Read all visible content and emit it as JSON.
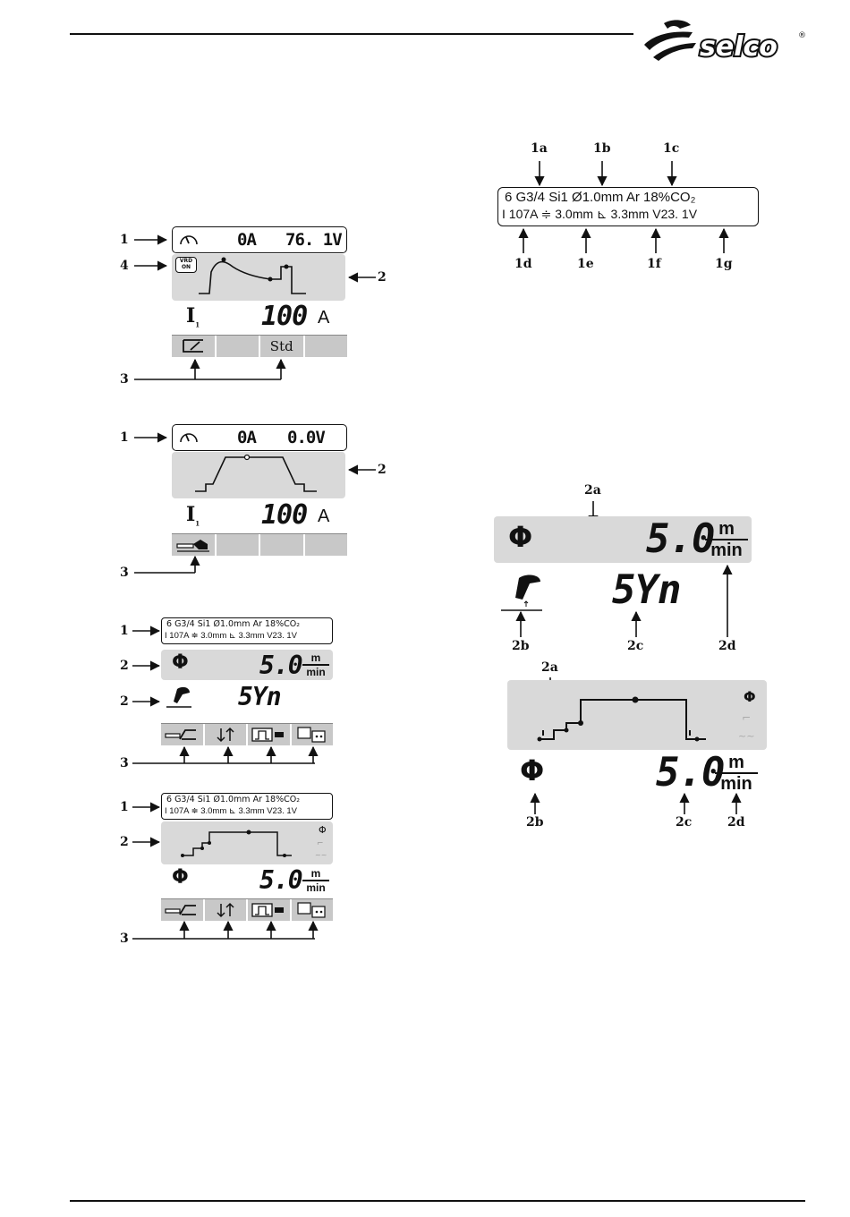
{
  "brand": {
    "logo_text": "selco",
    "registered": "®"
  },
  "figA": {
    "callouts": {
      "c1": "1",
      "c2": "2",
      "c3": "3",
      "c4": "4"
    },
    "current": "0A",
    "voltage": "76. 1V",
    "vrd_line1": "VRD",
    "vrd_line2": "ON",
    "param_symbol": "I",
    "param_sub": "1",
    "param_value": "100",
    "param_unit": "A",
    "softkey_std": "Std"
  },
  "figB": {
    "callouts": {
      "c1": "1",
      "c2": "2",
      "c3": "3"
    },
    "current": "0A",
    "voltage": "0.0V",
    "param_symbol": "I",
    "param_sub": "1",
    "param_value": "100",
    "param_unit": "A"
  },
  "info_line1": "6 G3/4 Si1  Ø1.0mm  Ar 18%CO₂",
  "info_line2": {
    "i_sym": "I",
    "i_val": "107A",
    "e_sym": "≑",
    "e_val": "3.0mm",
    "f_sym": "⊾",
    "f_val": "3.3mm",
    "v_sym": "V",
    "v_val": "23. 1V"
  },
  "figC": {
    "callouts": {
      "c1": "1",
      "c2a": "2",
      "c2b": "2",
      "c3": "3"
    },
    "speed_value": "5.0",
    "unit_num": "m",
    "unit_den": "min",
    "syn_text": "5Yn"
  },
  "figD": {
    "callouts": {
      "c1": "1",
      "c2": "2",
      "c3": "3"
    },
    "speed_value": "5.0",
    "unit_num": "m",
    "unit_den": "min"
  },
  "figE": {
    "callouts": {
      "a": "1a",
      "b": "1b",
      "c": "1c",
      "d": "1d",
      "e": "1e",
      "f": "1f",
      "g": "1g"
    }
  },
  "figF": {
    "callouts": {
      "a": "2a",
      "b": "2b",
      "c": "2c",
      "d": "2d"
    },
    "speed_value": "5.0",
    "unit_num": "m",
    "unit_den": "min",
    "syn_text": "5Yn"
  },
  "figG": {
    "callouts": {
      "a": "2a",
      "b": "2b",
      "c": "2c",
      "d": "2d"
    },
    "speed_value": "5.0",
    "unit_num": "m",
    "unit_den": "min"
  },
  "icons": [
    "gauge-icon",
    "wire-feed-icon",
    "torch-icon",
    "process-icon",
    "updown-icon",
    "pulse-icon",
    "program-icon",
    "stick-electrode-icon"
  ]
}
